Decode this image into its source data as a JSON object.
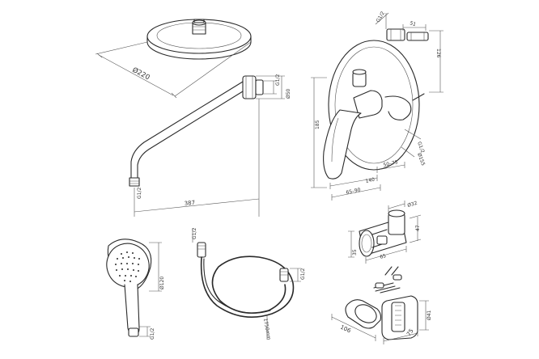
{
  "labels": {
    "head_dia": "Ø220",
    "arm_g_top": "G1/2",
    "arm_dia": "Ø50",
    "arm_len": "387",
    "arm_g_bottom": "G1/2",
    "mixer_g_top": "G1/2",
    "mixer_w_top": "51",
    "mixer_h_right": "126",
    "mixer_h_left": "185",
    "mixer_g_right": "G1/2",
    "mixer_dia": "Ø155",
    "mixer_range1": "50–75",
    "mixer_w_140": "140",
    "mixer_range2": "65–90",
    "holder_dia": "Ø32",
    "holder_side": "47",
    "holder_left": "35",
    "holder_bottom": "65",
    "hand_dia": "Ø120",
    "hand_g": "G1/2",
    "hose_g_top": "G1/2",
    "hose_g_right": "G1/2",
    "hose_len": "1750mm",
    "bracket_dia": "Ø41",
    "bracket_106": "106",
    "bracket_75": "75"
  }
}
